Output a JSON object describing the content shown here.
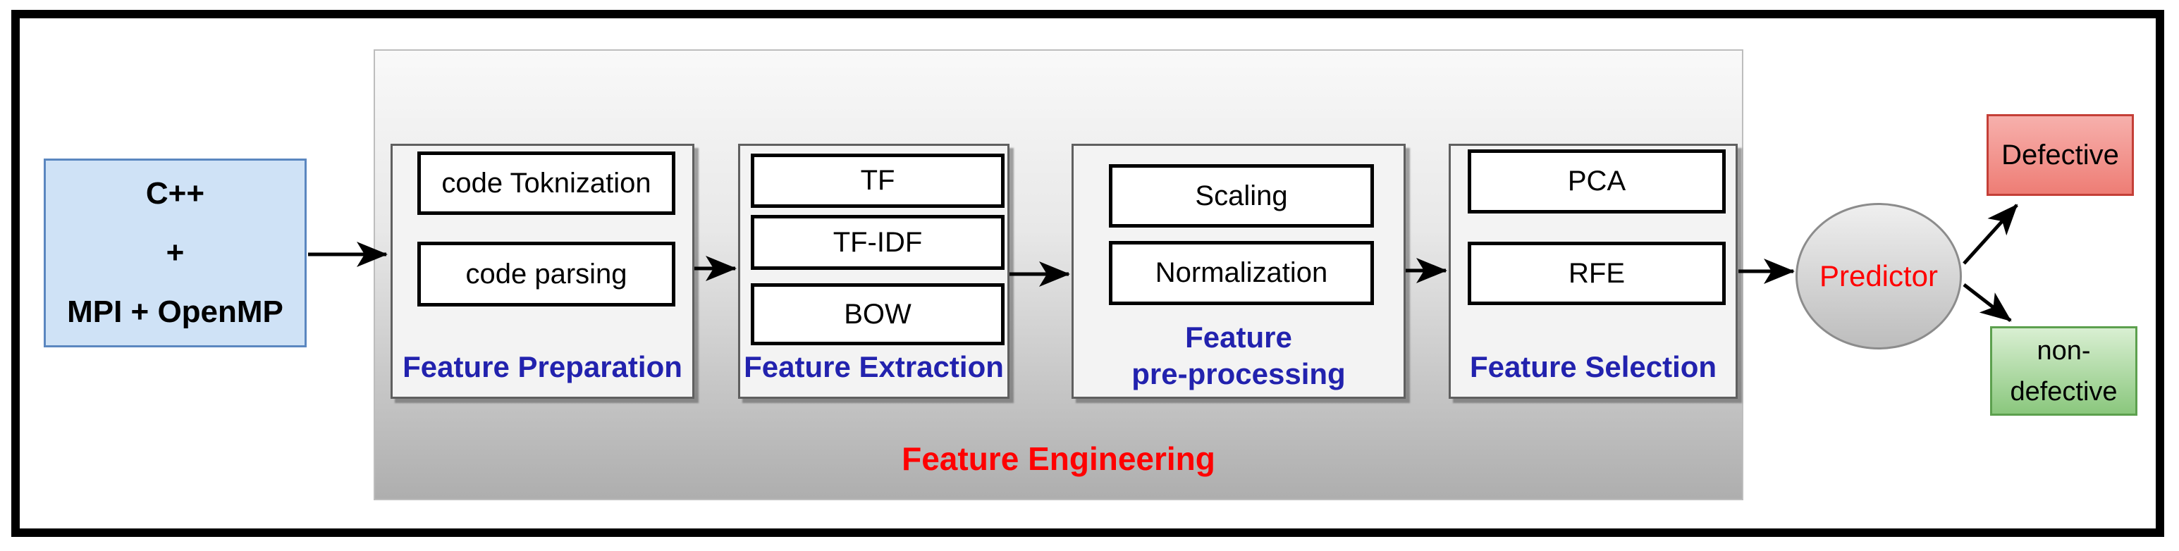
{
  "input": {
    "line1": "C++",
    "line2": "+",
    "line3": "MPI + OpenMP"
  },
  "feature_engineering": {
    "label": "Feature Engineering",
    "panels": [
      {
        "label": "Feature Preparation",
        "boxes": [
          "code Toknization",
          "code parsing"
        ]
      },
      {
        "label": "Feature Extraction",
        "boxes": [
          "TF",
          "TF-IDF",
          "BOW"
        ]
      },
      {
        "label": "Feature pre-processing",
        "label_line1": "Feature",
        "label_line2": "pre-processing",
        "boxes": [
          "Scaling",
          "Normalization"
        ]
      },
      {
        "label": "Feature Selection",
        "boxes": [
          "PCA",
          "RFE"
        ]
      }
    ]
  },
  "predictor": {
    "label": "Predictor"
  },
  "outputs": {
    "defective": {
      "label": "Defective"
    },
    "non_defective": {
      "line1": "non-",
      "line2": "defective"
    }
  },
  "colors": {
    "input_fill": "#cfe2f6",
    "input_border": "#5b87c0",
    "container_top": "#f9f9f9",
    "container_bottom": "#aeaeae",
    "panel_fill": "#f3f3f3",
    "panel_border": "#5f5f5f",
    "box_border": "#000000",
    "panel_label": "#2222ae",
    "group_label": "#ff0000",
    "predictor_text": "#ff0000",
    "defective_fill_top": "#f7b0ac",
    "defective_fill_bottom": "#ee7d75",
    "defective_border": "#c43f37",
    "non_defective_fill_top": "#d9efd2",
    "non_defective_fill_bottom": "#8ac77d",
    "non_defective_border": "#5ca04e",
    "arrow": "#000000"
  }
}
